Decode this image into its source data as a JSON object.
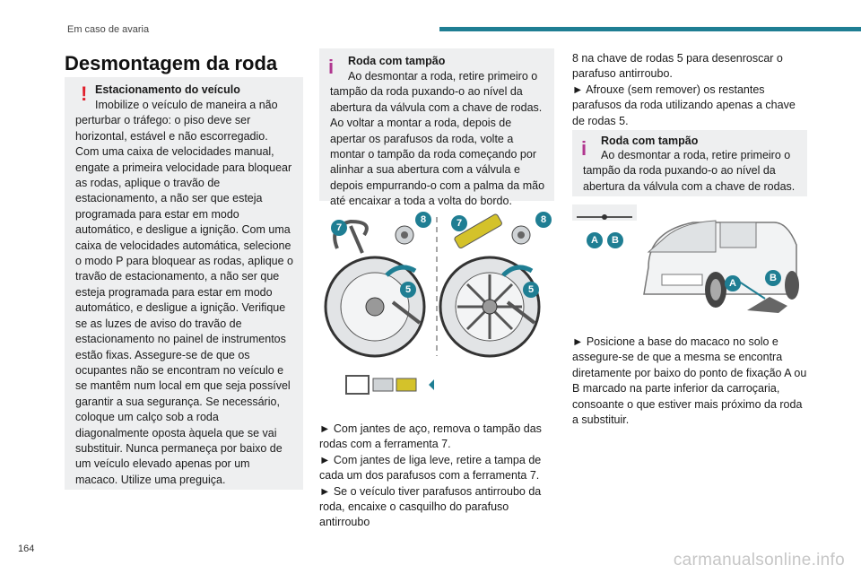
{
  "header": {
    "section": "Em caso de avaria"
  },
  "page": {
    "number": "164",
    "watermark": "carmanualsonline.info"
  },
  "title": "Desmontagem da roda",
  "warning_box": {
    "title": "Estacionamento do veículo",
    "text": "Imobilize o veículo de maneira a não perturbar o tráfego: o piso deve ser horizontal, estável e não escorregadio. Com uma caixa de velocidades manual, engate a primeira velocidade para bloquear as rodas, aplique o travão de estacionamento, a não ser que esteja programada para estar em modo automático, e desligue a ignição. Com uma caixa de velocidades automática, selecione o modo P para bloquear as rodas, aplique o travão de estacionamento, a não ser que esteja programada para estar em modo automático, e desligue a ignição. Verifique se as luzes de aviso do travão de estacionamento no painel de instrumentos estão fixas. Assegure-se de que os ocupantes não se encontram no veículo e se mantêm num local em que seja possível garantir a sua segurança. Se necessário, coloque um calço sob a roda diagonalmente oposta àquela que se vai substituir. Nunca permaneça por baixo de um veículo elevado apenas por um macaco. Utilize uma preguiça."
  },
  "info_box_1": {
    "title": "Roda com tampão",
    "text": "Ao desmontar a roda, retire primeiro o tampão da roda puxando-o ao nível da abertura da válvula com a chave de rodas. Ao voltar a montar a roda, depois de apertar os parafusos da roda, volte a montar o tampão da roda começando por alinhar a sua abertura com a válvula e depois empurrando-o com a palma da mão até encaixar a toda a volta do bordo."
  },
  "middle_text": {
    "p1": "► Com jantes de aço, remova o tampão das rodas com a ferramenta 7.",
    "p2": "► Com jantes de liga leve, retire a tampa de cada um dos parafusos com a ferramenta 7.",
    "p3": "► Se o veículo tiver parafusos antirroubo da roda, encaixe o casquilho do parafuso antirroubo"
  },
  "right_text": {
    "p1": "8 na chave de rodas 5 para desenroscar o parafuso antirroubo.",
    "p2": "► Afrouxe (sem remover) os restantes parafusos da roda utilizando apenas a chave de rodas 5."
  },
  "info_box_2": {
    "title": "Roda com tampão",
    "text": "Ao desmontar a roda, retire primeiro o tampão da roda puxando-o ao nível da abertura da válvula com a chave de rodas."
  },
  "right_text_2": {
    "p1": "► Posicione a base do macaco no solo e assegure-se de que a mesma se encontra diretamente por baixo do ponto de fixação A ou B marcado na parte inferior da carroçaria, consoante o que estiver mais próximo da roda a substituir."
  },
  "figure_labels": {
    "tool7": "7",
    "tool8": "8",
    "wrench5": "5",
    "pointA": "A",
    "pointB": "B"
  },
  "icons": [
    "warning-icon",
    "info-icon"
  ],
  "colors": {
    "accent": "#1f7e93",
    "warning": "#e0202c",
    "info": "#b0368f",
    "box_bg": "#eeeff0"
  }
}
